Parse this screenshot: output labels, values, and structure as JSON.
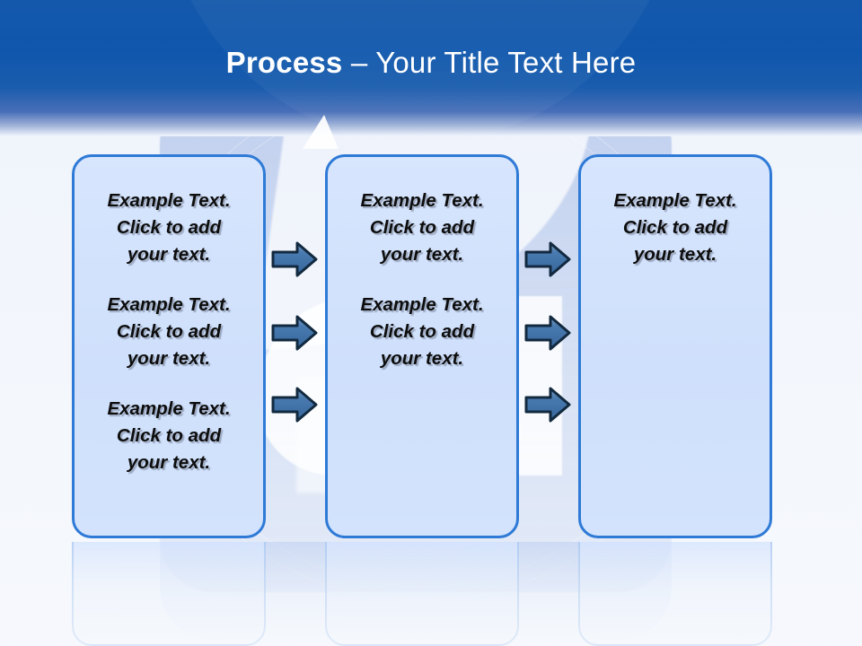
{
  "slide": {
    "title": {
      "strong": "Process",
      "separator": " – ",
      "rest": "Your Title Text Here",
      "full": "Process – Your Title Text Here"
    },
    "colors": {
      "header_top": "#1458ab",
      "header_mid": "#0f57ad",
      "box_fill": "#d2e2fd",
      "box_border": "#2e7ad6",
      "arrow_fill": "#3c6fa6",
      "arrow_outline": "#12293f",
      "text": "#0d0d0d",
      "panel_tint": "#b2c6eb"
    },
    "boxes": [
      {
        "name": "process-box-1",
        "paragraphs": [
          "Example Text.\nClick  to add\nyour text.",
          "Example Text.\nClick  to add\nyour text.",
          "Example Text.\nClick  to add\nyour text."
        ]
      },
      {
        "name": "process-box-2",
        "paragraphs": [
          "Example Text.\nClick  to add\nyour text.",
          "Example Text.\nClick  to add\nyour text."
        ]
      },
      {
        "name": "process-box-3",
        "paragraphs": [
          "Example Text.\nClick  to add\nyour text."
        ]
      }
    ],
    "arrow_groups": [
      {
        "name": "arrows-box1-to-box2",
        "count": 3,
        "icon": "right-arrow-icon"
      },
      {
        "name": "arrows-box2-to-box3",
        "count": 3,
        "icon": "right-arrow-icon"
      }
    ]
  }
}
